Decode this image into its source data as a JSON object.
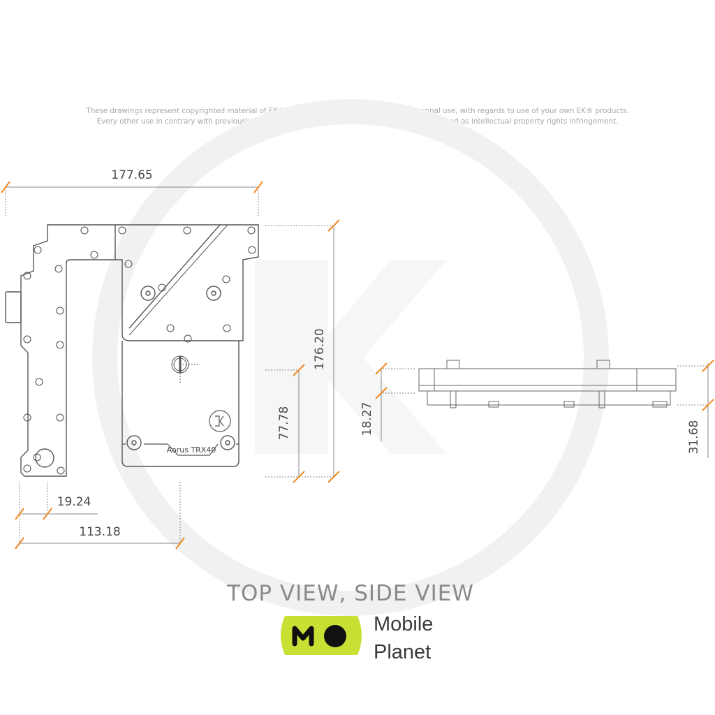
{
  "disclaimer": {
    "line1": "These drawings represent copyrighted material of EK® and they are meant only for your personal use, with regards to use of your own EK® products.",
    "line2": "Every other use in contrary with previously stated personal and non commercial use will be deemed as intellectual property rights infringement."
  },
  "top_view": {
    "product_label": "Aorus TRX40",
    "dimensions": {
      "overall_width": "177.65",
      "overall_height": "176.20",
      "inner_height": "77.78",
      "offset": "19.24",
      "port_distance": "113.18"
    }
  },
  "side_view": {
    "dimensions": {
      "thickness": "18.27",
      "total_height": "31.68"
    }
  },
  "caption": "TOP VIEW, SIDE VIEW",
  "logo": {
    "mark": "MO",
    "line1": "Mobile",
    "line2": "Planet",
    "color": "#c8e034"
  },
  "colors": {
    "dimension_tick": "#f08a24",
    "outline": "#555555",
    "watermark": "#f1f1f1"
  }
}
